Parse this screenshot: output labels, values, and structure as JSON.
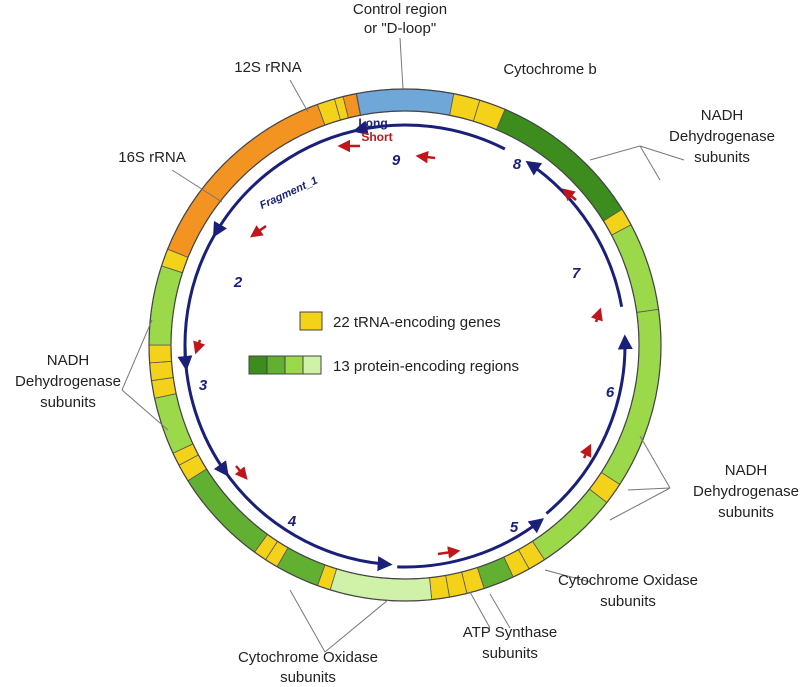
{
  "colors": {
    "rrna": "#f39322",
    "control": "#6fa7d8",
    "trna": "#f5d21a",
    "protein_dark": "#3c8c1e",
    "protein_mid": "#62b032",
    "protein_light": "#9bd84a",
    "protein_pale": "#cff2a8",
    "long_arrow": "#1a1f7a",
    "short_arrow": "#c0161b"
  },
  "labels": {
    "control_line1": "Control region",
    "control_line2": "or \"D-loop\"",
    "rrna12s": "12S rRNA",
    "rrna16s": "16S rRNA",
    "cytb": "Cytochrome  b",
    "nadh_tr_1": "NADH",
    "nadh_tr_2": "Dehydrogenase",
    "nadh_tr_3": "subunits",
    "nadh_l_1": "NADH",
    "nadh_l_2": "Dehydrogenase",
    "nadh_l_3": "subunits",
    "nadh_r_1": "NADH",
    "nadh_r_2": "Dehydrogenase",
    "nadh_r_3": "subunits",
    "coxr_1": "Cytochrome Oxidase",
    "coxr_2": "subunits",
    "coxb_1": "Cytochrome Oxidase",
    "coxb_2": "subunits",
    "atp_1": "ATP Synthase",
    "atp_2": "subunits"
  },
  "legend": {
    "trna": "22 tRNA-encoding genes",
    "protein": "13 protein-encoding regions"
  },
  "fragments": {
    "long": "Long",
    "short": "Short",
    "fragment_1": "Fragment_1",
    "f2": "2",
    "f3": "3",
    "f4": "4",
    "f5": "5",
    "f6": "6",
    "f7": "7",
    "f8": "8",
    "f9": "9"
  }
}
